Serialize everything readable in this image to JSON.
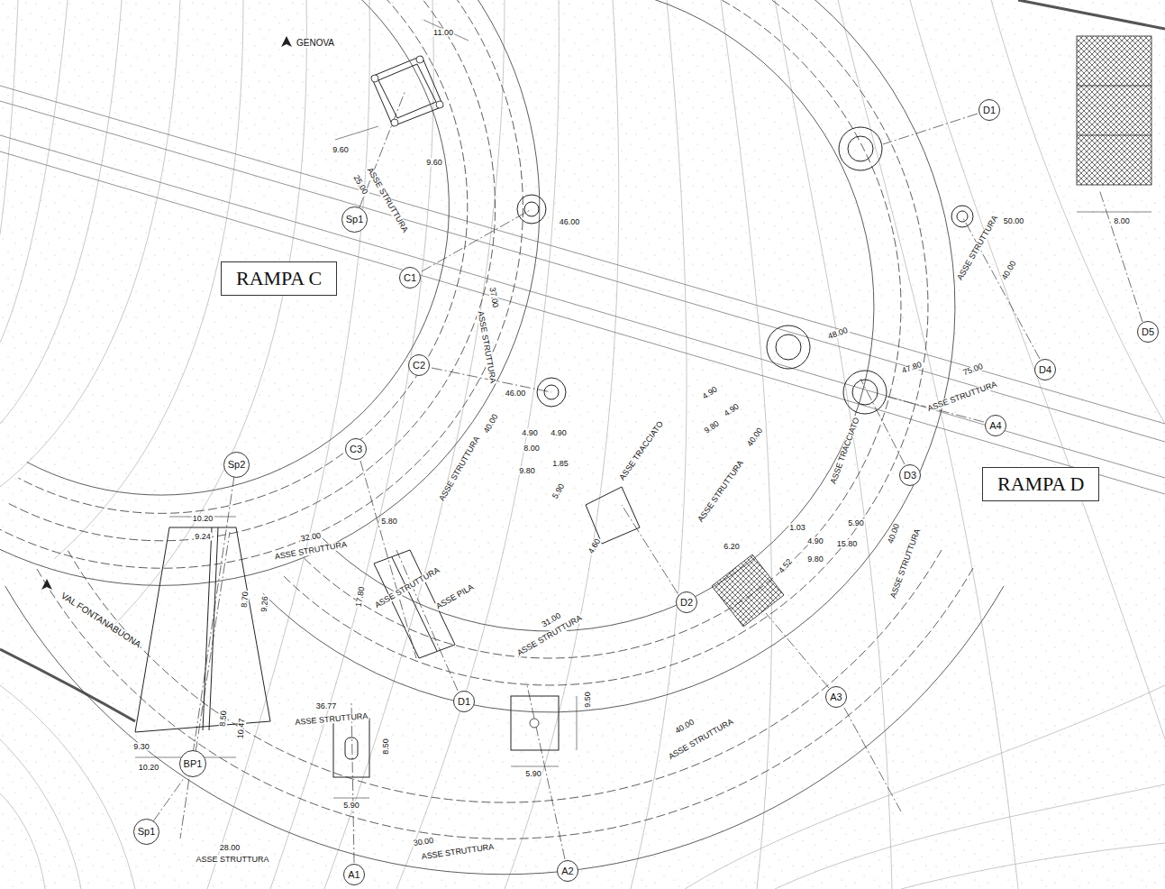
{
  "diagram": {
    "nodes": [
      {
        "text": [
          "RAMPA C"
        ]
      },
      {
        "text": [
          "RAMPA D"
        ]
      },
      {
        "text": [
          "D1"
        ]
      },
      {
        "text": [
          "Sp1"
        ]
      },
      {
        "text": [
          "C1"
        ]
      },
      {
        "text": [
          "D5"
        ]
      },
      {
        "text": [
          "C2"
        ]
      },
      {
        "text": [
          "D4"
        ]
      },
      {
        "text": [
          "A4"
        ]
      },
      {
        "text": [
          "C3"
        ]
      },
      {
        "text": [
          "Sp2"
        ]
      },
      {
        "text": [
          "D3"
        ]
      },
      {
        "text": [
          "D2"
        ]
      },
      {
        "text": [
          "D1"
        ]
      },
      {
        "text": [
          "A3"
        ]
      },
      {
        "text": [
          "BP1"
        ]
      },
      {
        "text": [
          "Sp1"
        ]
      },
      {
        "text": [
          "A2"
        ]
      },
      {
        "text": [
          "A1"
        ]
      }
    ],
    "labels": [
      "GENOVA",
      "VAL FONTANABUONA",
      "11.00",
      "9.60",
      "9.60",
      "25.00",
      "ASSE STRUTTURA",
      "46.00",
      "37.00",
      "ASSE STRUTTURA",
      "46.00",
      "40.00",
      "ASSE STRUTTURA",
      "4.90",
      "4.90",
      "8.00",
      "1.85",
      "9.80",
      "5.90",
      "4.60",
      "4.90",
      "4.90",
      "9.80",
      "40.00",
      "ASSE STRUTTURA",
      "48.00",
      "47.80",
      "75.00",
      "ASSE STRUTTURA",
      "1.03",
      "4.90",
      "15.80",
      "5.90",
      "9.80",
      "6.20",
      "4.52",
      "40.00",
      "ASSE STRUTTURA",
      "50.00",
      "40.00",
      "ASSE STRUTTURA",
      "8.00",
      "10.20",
      "9.24",
      "32.00",
      "ASSE STRUTTURA",
      "5.80",
      "8.70",
      "9.26",
      "17.80",
      "ASSE STRUTTURA",
      "ASSE PILA",
      "31.00",
      "ASSE STRUTTURA",
      "36.77",
      "ASSE STRUTTURA",
      "8.50",
      "10.47",
      "8.50",
      "9.30",
      "10.20",
      "5.90",
      "9.50",
      "5.90",
      "28.00",
      "ASSE STRUTTURA",
      "30.00",
      "ASSE STRUTTURA",
      "40.00",
      "ASSE STRUTTURA",
      "ASSE TRACCIATO",
      "ASSE TRACCIATO"
    ]
  }
}
